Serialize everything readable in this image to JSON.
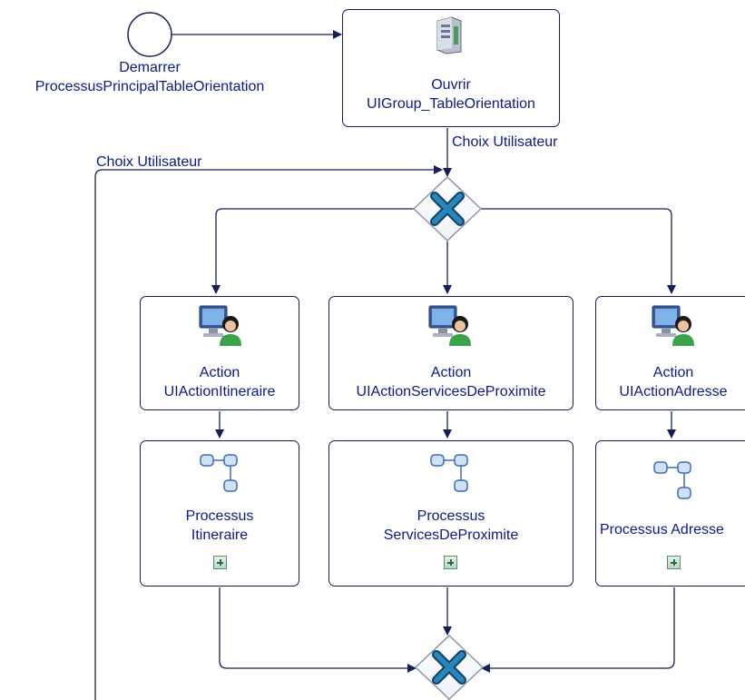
{
  "diagram": {
    "start_event": {
      "label_line1": "Demarrer",
      "label_line2": "ProcessusPrincipalTableOrientation"
    },
    "open_task": {
      "label_line1": "Ouvrir",
      "label_line2": "UIGroup_TableOrientation",
      "icon": "server-icon"
    },
    "edge_labels": {
      "choice_from_open": "Choix Utilisateur",
      "choice_loop": "Choix Utilisateur"
    },
    "actions": [
      {
        "label_line1": "Action",
        "label_line2": "UIActionItineraire",
        "icon": "user-computer-icon"
      },
      {
        "label_line1": "Action",
        "label_line2": "UIActionServicesDeProximite",
        "icon": "user-computer-icon"
      },
      {
        "label_line1": "Action",
        "label_line2": "UIActionAdresse",
        "icon": "user-computer-icon"
      }
    ],
    "subprocesses": [
      {
        "label_line1": "Processus",
        "label_line2": "Itineraire",
        "icon": "process-flow-icon"
      },
      {
        "label_line1": "Processus",
        "label_line2": "ServicesDeProximite",
        "icon": "process-flow-icon"
      },
      {
        "label_line1": "Processus Adresse",
        "label_line2": "",
        "icon": "process-flow-icon"
      }
    ],
    "colors": {
      "line": "#151e5a",
      "text": "#0a1a8c",
      "gateway_x": "#1f6f9f"
    }
  }
}
